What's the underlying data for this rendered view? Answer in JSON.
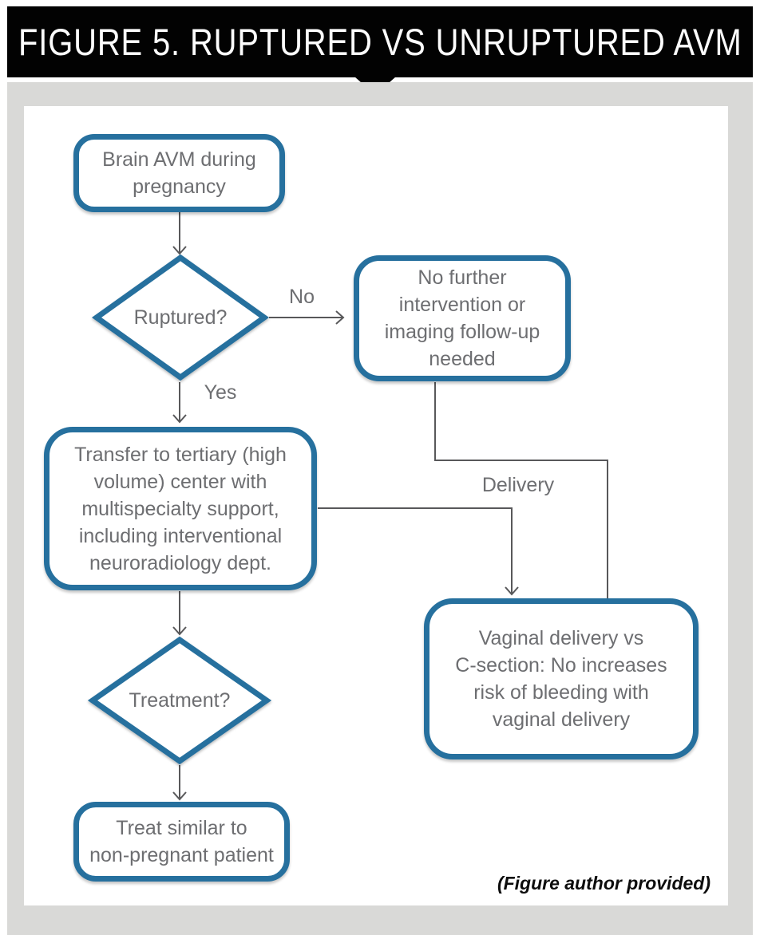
{
  "header": {
    "title": "FIGURE 5. RUPTURED VS UNRUPTURED AVM"
  },
  "flowchart": {
    "nodes": {
      "start": {
        "label": "Brain AVM during\npregnancy"
      },
      "ruptured": {
        "label": "Ruptured?"
      },
      "no_intervention": {
        "label": "No further\nintervention or\nimaging follow-up\nneeded"
      },
      "transfer": {
        "label": "Transfer to tertiary (high\nvolume) center with\nmultispecialty support,\nincluding interventional\nneuroradiology dept."
      },
      "treatment": {
        "label": "Treatment?"
      },
      "treat_similar": {
        "label": "Treat similar to\nnon-pregnant patient"
      },
      "delivery_advice": {
        "label": "Vaginal delivery vs\nC-section: No increases\nrisk of bleeding with\nvaginal delivery"
      }
    },
    "edge_labels": {
      "no": "No",
      "yes": "Yes",
      "delivery": "Delivery"
    }
  },
  "footer": {
    "credit": "(Figure author provided)"
  },
  "colors": {
    "header_bg": "#020202",
    "canvas_bg": "#d9d9d7",
    "node_border": "#26709e",
    "node_text": "#6d6e71",
    "connector": "#58585a"
  }
}
